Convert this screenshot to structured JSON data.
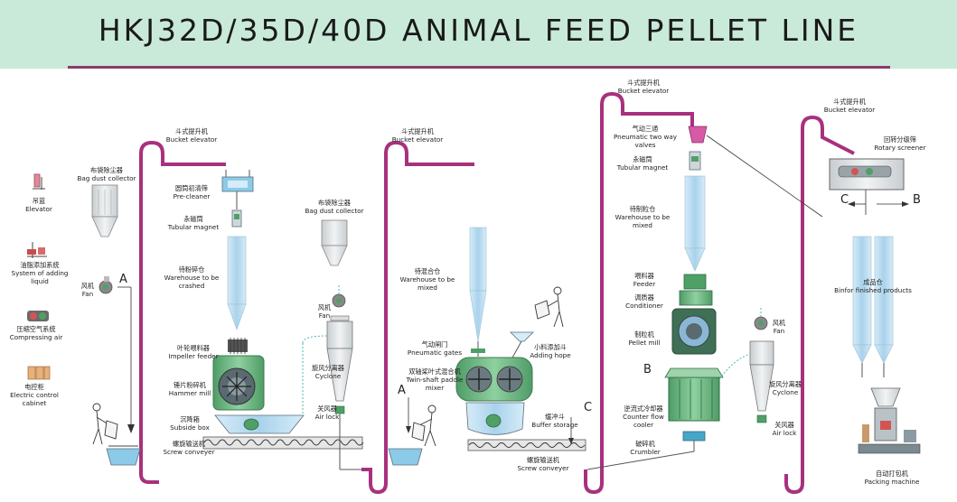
{
  "title": "HKJ32D/35D/40D ANIMAL FEED PELLET LINE",
  "legend": {
    "elevator": {
      "cn": "吊篮",
      "en": "Elevator"
    },
    "adding_liquid": {
      "cn": "油脂添加系统",
      "en": "System of adding liquid"
    },
    "compressing_air": {
      "cn": "压缩空气系统",
      "en": "Compressing air"
    },
    "control_cabinet": {
      "cn": "电控柜",
      "en": "Electric control cabinet"
    }
  },
  "labels": {
    "bag_dust_1": {
      "cn": "布袋除尘器",
      "en": "Bag dust collector"
    },
    "fan_1": {
      "cn": "风机",
      "en": "Fan"
    },
    "bucket_1": {
      "cn": "斗式提升机",
      "en": "Bucket elevator"
    },
    "precleaner": {
      "cn": "圆筒初清筛",
      "en": "Pre-cleaner"
    },
    "magnet_1": {
      "cn": "永磁筒",
      "en": "Tubular magnet"
    },
    "warehouse_crushed": {
      "cn": "待粉碎仓",
      "en": "Warehouse to be crashed"
    },
    "impeller": {
      "cn": "叶轮喂料器",
      "en": "Impeller feeder"
    },
    "hammer": {
      "cn": "锤片粉碎机",
      "en": "Hammer mill"
    },
    "subside": {
      "cn": "沉降箱",
      "en": "Subside box"
    },
    "screw_1": {
      "cn": "螺旋输送机",
      "en": "Screw conveyer"
    },
    "bag_dust_2": {
      "cn": "布袋除尘器",
      "en": "Bag dust collector"
    },
    "fan_2": {
      "cn": "风机",
      "en": "Fan"
    },
    "cyclone_1": {
      "cn": "旋风分离器",
      "en": "Cyclone"
    },
    "airlock_1": {
      "cn": "关风器",
      "en": "Air lock"
    },
    "bucket_2": {
      "cn": "斗式提升机",
      "en": "Bucket elevator"
    },
    "warehouse_mixed_1": {
      "cn": "待混合仓",
      "en": "Warehouse to be mixed"
    },
    "pneumatic_gates": {
      "cn": "气动闸门",
      "en": "Pneumatic gates"
    },
    "adding_hope": {
      "cn": "小料添加斗",
      "en": "Adding hope"
    },
    "paddle_mixer": {
      "cn": "双轴桨叶式混合机",
      "en": "Twin-shaft paddle mixer"
    },
    "buffer": {
      "cn": "缓冲斗",
      "en": "Buffer storage"
    },
    "screw_2": {
      "cn": "螺旋输送机",
      "en": "Screw conveyer"
    },
    "bucket_3": {
      "cn": "斗式提升机",
      "en": "Bucket elevator"
    },
    "two_way": {
      "cn": "气动三通",
      "en": "Pneumatic two way valves"
    },
    "magnet_2": {
      "cn": "永磁筒",
      "en": "Tubular magnet"
    },
    "warehouse_mixed_2": {
      "cn": "待制粒仓",
      "en": "Warehouse to be mixed"
    },
    "feeder": {
      "cn": "喂料器",
      "en": "Feeder"
    },
    "conditioner": {
      "cn": "调质器",
      "en": "Conditioner"
    },
    "pellet_mill": {
      "cn": "制粒机",
      "en": "Pellet mill"
    },
    "cooler": {
      "cn": "逆流式冷却器",
      "en": "Counter flow cooler"
    },
    "crumbler": {
      "cn": "破碎机",
      "en": "Crumbler"
    },
    "fan_3": {
      "cn": "风机",
      "en": "Fan"
    },
    "cyclone_2": {
      "cn": "旋风分离器",
      "en": "Cyclone"
    },
    "airlock_2": {
      "cn": "关风器",
      "en": "Air lock"
    },
    "bucket_4": {
      "cn": "斗式提升机",
      "en": "Bucket elevator"
    },
    "rotary": {
      "cn": "回转分级筛",
      "en": "Rotary screener"
    },
    "finished": {
      "cn": "成品仓",
      "en": "Binfor finished products"
    },
    "packing": {
      "cn": "自动打包机",
      "en": "Packing machine"
    }
  },
  "letters": {
    "a": "A",
    "b": "B",
    "c": "C"
  },
  "colors": {
    "banner": "#c9ead9",
    "rule": "#8b3a6b",
    "elevator": "#a8317d",
    "silo": "#bfe0f2",
    "machine": "#66b37a",
    "steel": "#5b6e78"
  }
}
